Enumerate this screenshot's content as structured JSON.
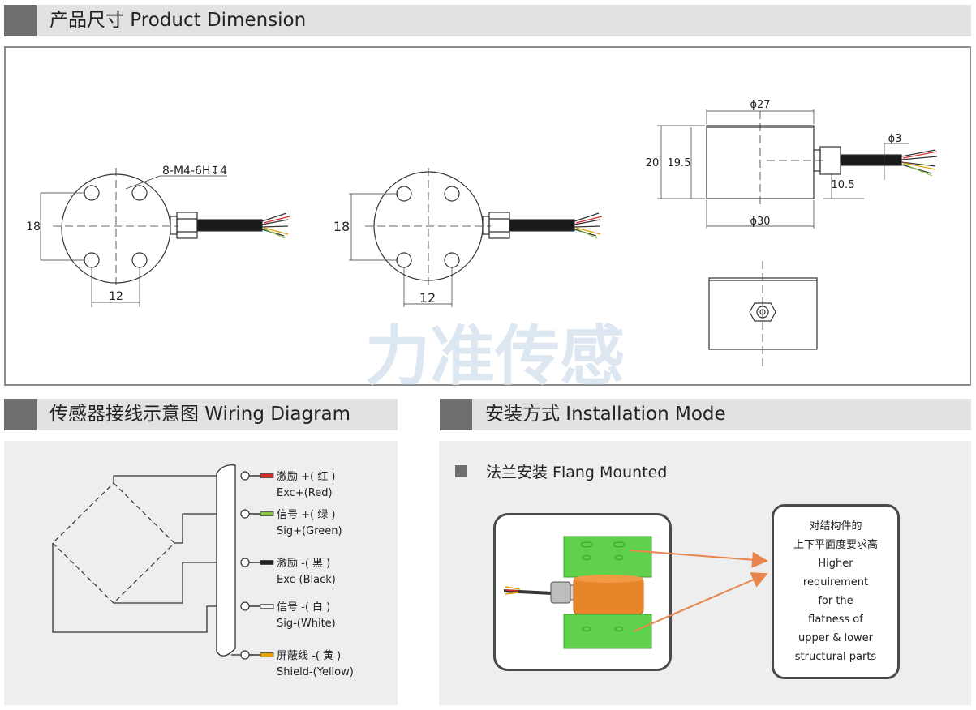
{
  "product_dimension": {
    "title": "产品尺寸 Product Dimension",
    "view1": {
      "thread_label": "8-M4-6H↧4",
      "dim_vertical": "18",
      "dim_horizontal": "12"
    },
    "view2": {
      "dim_vertical": "18",
      "dim_horizontal": "12"
    },
    "side_view": {
      "dim_top_dia": "ϕ27",
      "dim_cable_dia": "ϕ3",
      "dim_height": "20",
      "dim_body_height": "19.5",
      "dim_cable_height": "10.5",
      "dim_bottom_dia": "ϕ30"
    },
    "watermark": "力准传感"
  },
  "wiring_diagram": {
    "title": "传感器接线示意图 Wiring Diagram",
    "wires": [
      {
        "cn": "激励 +( 红 )",
        "en": "Exc+(Red)",
        "color": "#d62b2b"
      },
      {
        "cn": "信号 +( 绿 )",
        "en": "Sig+(Green)",
        "color": "#8bc34a"
      },
      {
        "cn": "激励 -( 黑 )",
        "en": "Exc-(Black)",
        "color": "#222222"
      },
      {
        "cn": "信号 -( 白 )",
        "en": "Sig-(White)",
        "color": "#f4f4f4"
      },
      {
        "cn": "屏蔽线 -( 黄 )",
        "en": "Shield-(Yellow)",
        "color": "#e0a000"
      }
    ]
  },
  "installation_mode": {
    "title": "安装方式 Installation Mode",
    "bullet": "法兰安装 Flang Mounted",
    "note_lines": [
      "对结构件的",
      "上下平面度要求高",
      "Higher",
      "requirement",
      "for the",
      "flatness of",
      "upper & lower",
      "structural parts"
    ],
    "colors": {
      "plate": "#5fd14a",
      "sensor": "#e8852a",
      "arrow": "#e8854a"
    }
  }
}
